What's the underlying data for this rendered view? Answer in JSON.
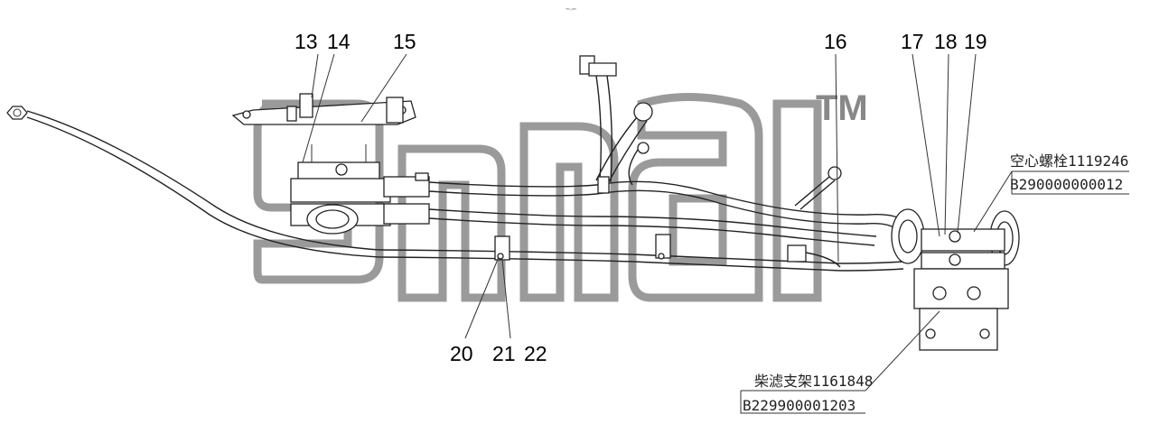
{
  "diagram": {
    "header_small": "ᵀᴹ·ᴬᴮᶠ",
    "callouts": {
      "c13": "13",
      "c14": "14",
      "c15": "15",
      "c16": "16",
      "c17": "17",
      "c18": "18",
      "c19": "19",
      "c20": "20",
      "c21": "21",
      "c22": "22"
    },
    "notes": {
      "bolt_name": "空心螺栓1119246",
      "bolt_code": "B290000000012",
      "bracket_name": "柴滤支架1161848",
      "bracket_code": "B229900001203"
    },
    "watermark": {
      "trademark": "TM"
    }
  }
}
